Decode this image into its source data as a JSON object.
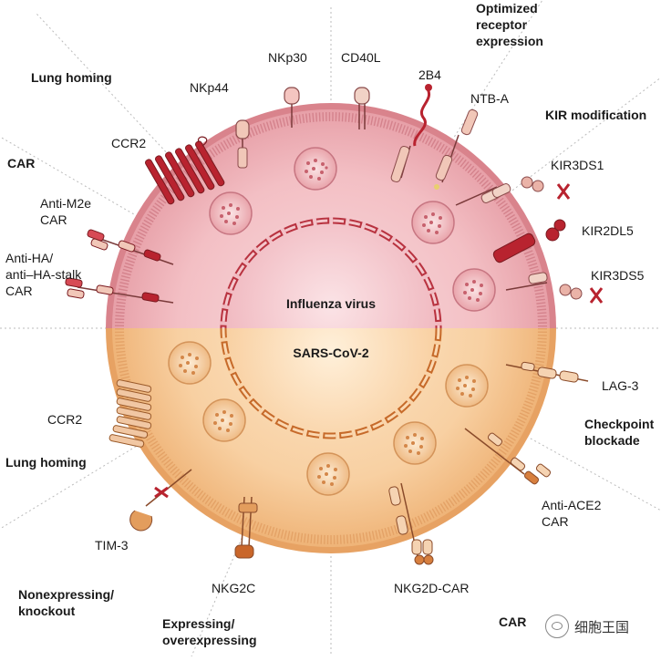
{
  "center": {
    "top_label": "Influenza virus",
    "bottom_label": "SARS-CoV-2"
  },
  "receptors": {
    "nkp30": "NKp30",
    "cd40l": "CD40L",
    "b24": "2B4",
    "nkp44": "NKp44",
    "ntba": "NTB-A",
    "ccr2_top": "CCR2",
    "kir3ds1": "KIR3DS1",
    "anti_m2e_car": "Anti-M2e\nCAR",
    "kir2dl5": "KIR2DL5",
    "anti_ha_car": "Anti-HA/\nanti–HA-stalk\nCAR",
    "kir3ds5": "KIR3DS5",
    "lag3": "LAG-3",
    "ccr2_bottom": "CCR2",
    "anti_ace2_car": "Anti-ACE2\nCAR",
    "tim3": "TIM-3",
    "nkg2c": "NKG2C",
    "nkg2d_car": "NKG2D-CAR"
  },
  "categories": {
    "optimized_receptor": "Optimized\nreceptor\nexpression",
    "lung_homing_top": "Lung homing",
    "kir_modification": "KIR modification",
    "car_top": "CAR",
    "checkpoint_blockade": "Checkpoint\nblockade",
    "lung_homing_bottom": "Lung homing",
    "car_bottom_right": "CAR",
    "nonexpressing": "Nonexpressing/\nknockout",
    "expressing": "Expressing/\noverexpressing"
  },
  "watermark": {
    "text": "细胞王国",
    "icon": "wechat-icon"
  },
  "colors": {
    "top_half_fill": "#f0b8bd",
    "top_half_membrane": "#c9727b",
    "bottom_half_fill": "#f6c99a",
    "bottom_half_membrane": "#d99a5f",
    "virus_fill": "#f9dcdc",
    "dark_red_receptor": "#b8232f",
    "beige_receptor": "#f0c9ad"
  }
}
